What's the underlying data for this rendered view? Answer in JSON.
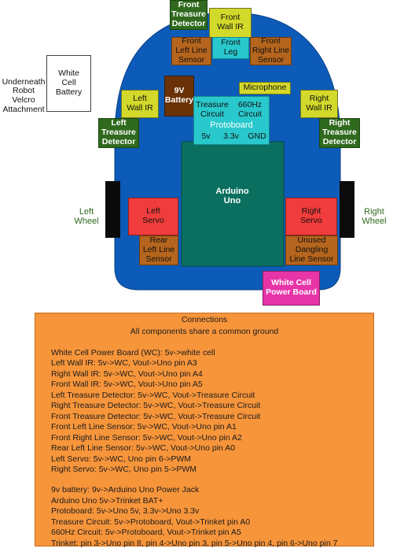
{
  "labels": {
    "underneath": "Underneath\nRobot\nVelcro\nAttachment",
    "white_cell_battery": "White\nCell\nBattery",
    "left_wheel": "Left\nWheel",
    "right_wheel": "Right\nWheel",
    "front_treasure_detector": "Front\nTreasure\nDetector",
    "front_wall_ir": "Front\nWall IR",
    "front_left_line_sensor": "Front\nLeft Line\nSensor",
    "front_leg": "Front\nLeg",
    "front_right_line_sensor": "Front\nRight Line\nSensor",
    "battery_9v": "9V\nBattery",
    "microphone": "Microphone",
    "left_wall_ir": "Left\nWall IR",
    "right_wall_ir": "Right\nWall IR",
    "left_treasure_detector": "Left\nTreasure\nDetector",
    "right_treasure_detector": "Right\nTreasure\nDetector",
    "treasure_circuit": "Treasure\nCircuit",
    "hz660_circuit": "660Hz\nCircuit",
    "protoboard": "Protoboard",
    "pin_5v": "5v",
    "pin_33v": "3.3v",
    "pin_gnd": "GND",
    "arduino_uno": "Arduino\nUno",
    "left_servo": "Left\nServo",
    "right_servo": "Right\nServo",
    "rear_left_line_sensor": "Rear\nLeft Line\nSensor",
    "unused_line_sensor": "Unused\nDangling\nLine Sensor",
    "white_cell_power_board": "White Cell\nPower Board"
  },
  "connections": {
    "title": "Connections",
    "subtitle": "All components share a common ground",
    "group1": [
      "White Cell Power Board (WC): 5v->white cell",
      "Left Wall IR: 5v->WC, Vout->Uno pin A3",
      "Right Wall IR: 5v->WC, Vout->Uno pin A4",
      "Front Wall IR: 5v->WC, Vout->Uno pin A5",
      "Left Treasure Detector: 5v->WC, Vout->Treasure Circuit",
      "Right Treasure Detector: 5v->WC, Vout->Treasure Circuit",
      "Front Treasure Detector: 5v->WC, Vout->Treasure Circuit",
      "Front Left Line Sensor: 5v->WC, Vout->Uno pin A1",
      "Front Right Line Sensor: 5v->WC, Vout->Uno pin A2",
      "Rear Left Line Sensor: 5v->WC, Vout->Uno pin A0",
      "Left Servo: 5v->WC, Uno pin 6->PWM",
      "Right Servo: 5v->WC, Uno pin 5->PWM"
    ],
    "group2": [
      "9v battery: 9v->Arduino Uno Power Jack",
      "Arduino Uno 5v->Trinket BAT+",
      "Protoboard: 5v->Uno 5v, 3.3v->Uno 3.3v",
      "Treasure Circuit: 5v->Protoboard, Vout->Trinket pin A0",
      "660Hz Circuit: 5v->Protoboard, Vout->Trinket pin A5",
      "Trinket: pin 3->Uno pin 8, pin 4->Uno pin 3, pin 5->Uno pin 4, pin 6->Uno pin 7"
    ]
  },
  "colors": {
    "robot_body": "#0d5bb8",
    "arduino": "#0b6f5f",
    "protoboard": "#29c8cc",
    "connections_panel": "#f7953b"
  }
}
